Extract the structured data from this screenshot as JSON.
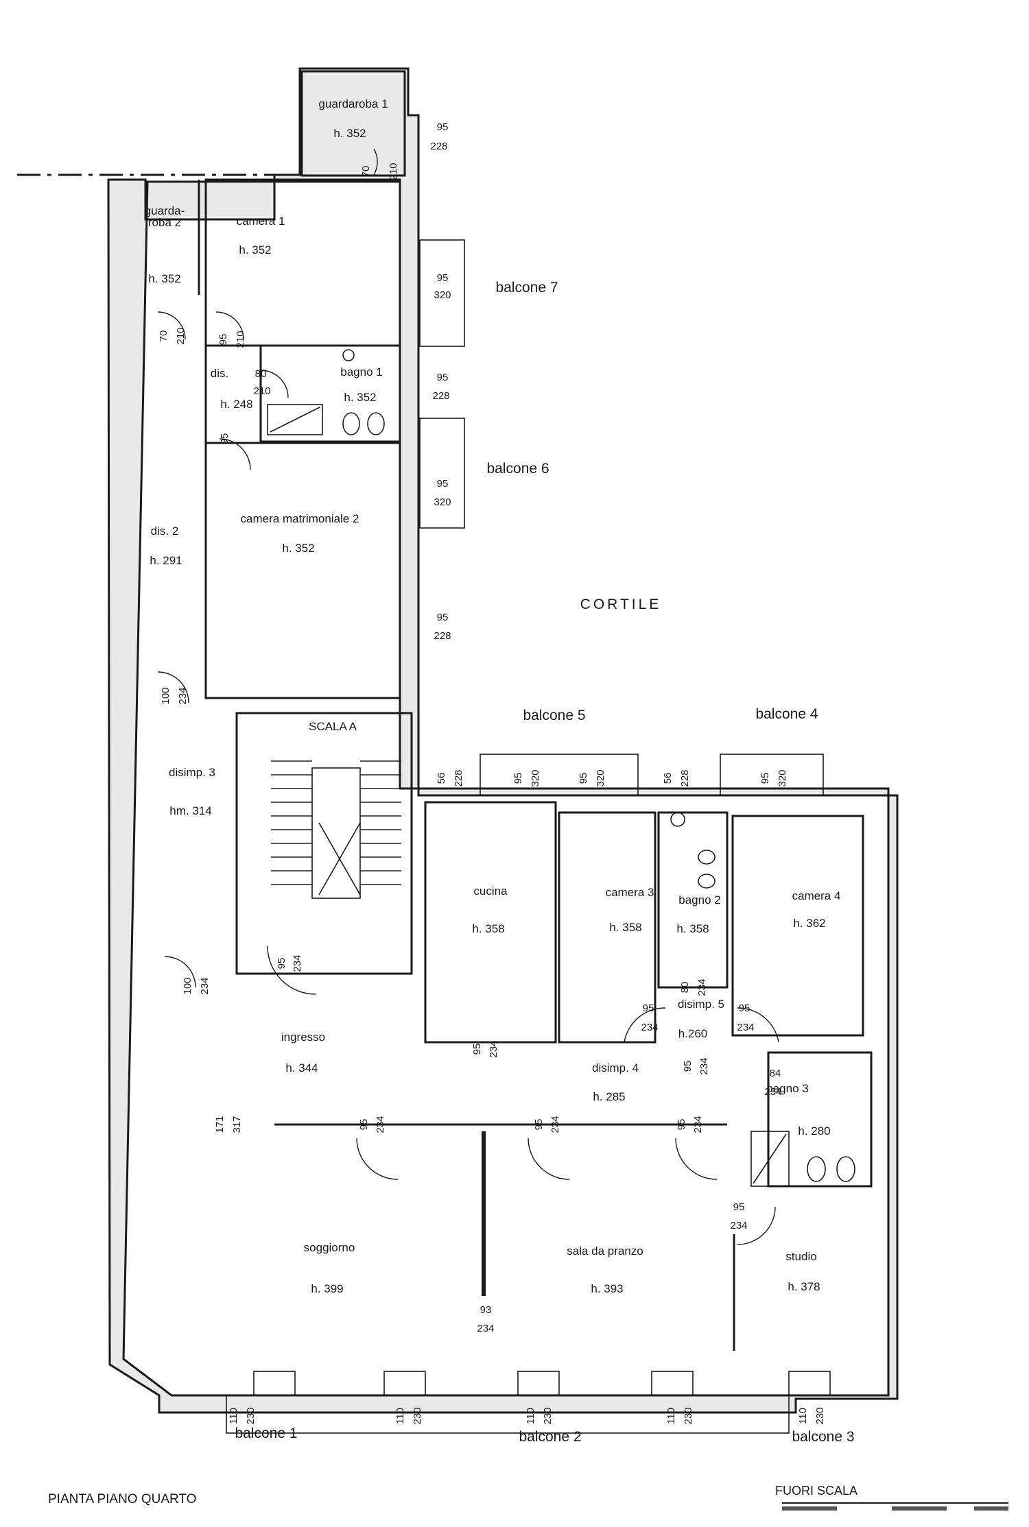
{
  "title": "PIANTA PIANO QUARTO",
  "scale_note": "FUORI SCALA",
  "courtyard": "CORTILE",
  "stair": "SCALA A",
  "rooms": {
    "guardaroba1": {
      "name": "guardaroba 1",
      "height": "h. 352"
    },
    "guardaroba2": {
      "name1": "guarda-",
      "name2": "roba 2",
      "height": "h. 352"
    },
    "camera1": {
      "name": "camera 1",
      "height": "h. 352"
    },
    "dis": {
      "name": "dis.",
      "height": "h. 248"
    },
    "bagno1": {
      "name": "bagno 1",
      "height": "h. 352"
    },
    "camera_matrimoniale2": {
      "name": "camera matrimoniale 2",
      "height": "h. 352"
    },
    "dis2": {
      "name": "dis. 2",
      "height": "h. 291"
    },
    "disimp3": {
      "name": "disimp. 3",
      "height": "hm. 314"
    },
    "cucina": {
      "name": "cucina",
      "height": "h. 358"
    },
    "camera3": {
      "name": "camera 3",
      "height": "h. 358"
    },
    "bagno2": {
      "name": "bagno 2",
      "height": "h. 358"
    },
    "camera4": {
      "name": "camera 4",
      "height": "h. 362"
    },
    "disimp5": {
      "name": "disimp. 5",
      "height": "h.260"
    },
    "ingresso": {
      "name": "ingresso",
      "height": "h. 344"
    },
    "disimp4": {
      "name": "disimp. 4",
      "height": "h. 285"
    },
    "bagno3": {
      "name": "bagno 3",
      "height": "h. 280"
    },
    "soggiorno": {
      "name": "soggiorno",
      "height": "h. 399"
    },
    "sala_da_pranzo": {
      "name": "sala da pranzo",
      "height": "h. 393"
    },
    "studio": {
      "name": "studio",
      "height": "h. 378"
    }
  },
  "balconies": {
    "b1": "balcone 1",
    "b2": "balcone 2",
    "b3": "balcone 3",
    "b4": "balcone 4",
    "b5": "balcone 5",
    "b6": "balcone 6",
    "b7": "balcone 7"
  },
  "dims": {
    "d_95": "95",
    "d_70": "70",
    "d_80": "80",
    "d_84": "84",
    "d_93": "93",
    "d_56": "56",
    "d_100": "100",
    "d_110": "110",
    "d_171": "171",
    "d_210": "210",
    "d_228": "228",
    "d_230": "230",
    "d_234": "234",
    "d_317": "317",
    "d_320": "320"
  }
}
